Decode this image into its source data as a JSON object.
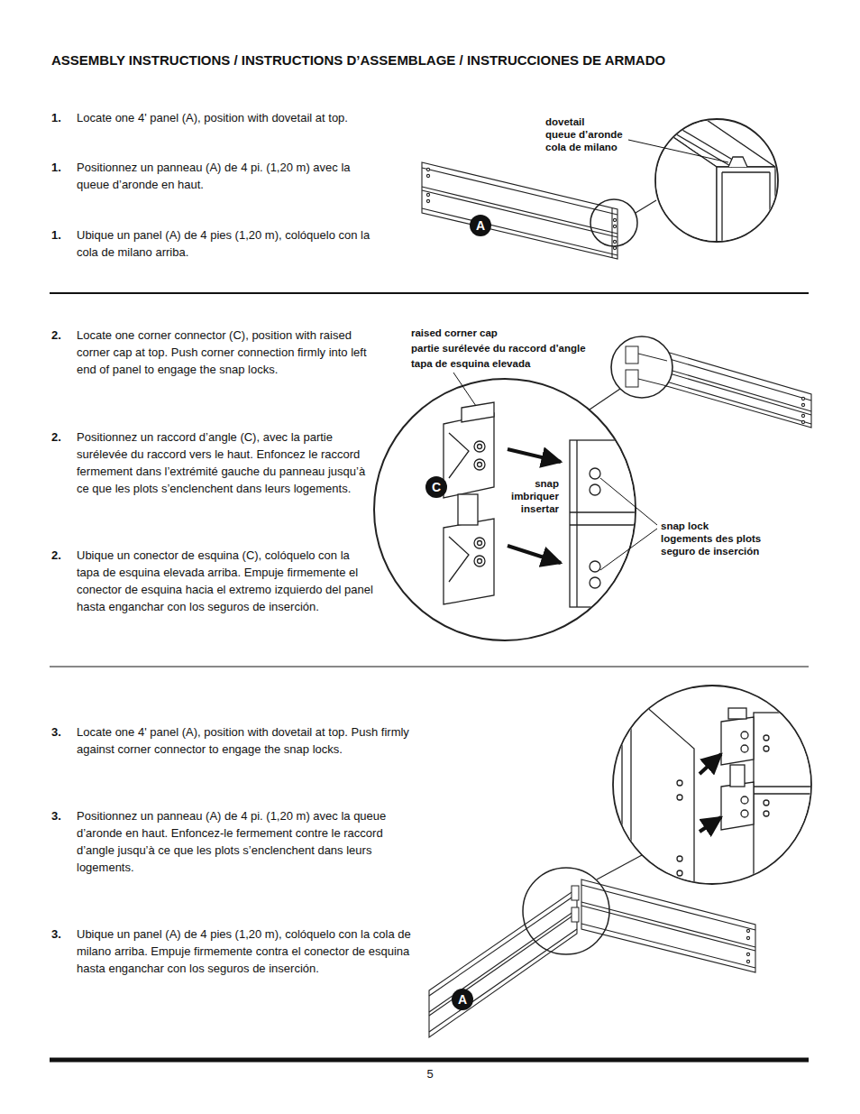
{
  "diagram": {
    "title": "ASSEMBLY INSTRUCTIONS / INSTRUCTIONS D’ASSEMBLAGE / INSTRUCCIONES DE ARMADO",
    "nodes": [
      {
        "text": [
          "A"
        ]
      },
      {
        "text": [
          "C"
        ]
      },
      {
        "text": [
          "A"
        ]
      }
    ],
    "labels": [
      "1.",
      "Locate one 4' panel (A), position with dovetail at top.",
      "1.",
      "Positionnez un panneau (A) de 4 pi. (1,20 m) avec la queue d’aronde en haut.",
      "1.",
      "Ubique un panel (A) de 4 pies (1,20 m), colóquelo con la cola de milano arriba.",
      "dovetail",
      "queue d’aronde",
      "cola de milano",
      "2.",
      "Locate one corner connector (C), position with raised corner cap at top. Push corner connection firmly into left end of panel to engage the snap locks.",
      "2.",
      "Positionnez un raccord d’angle (C), avec la partie surélevée du raccord vers le haut. Enfoncez le raccord fermement dans l’extrémité gauche du panneau jusqu’à ce que les plots s’enclenchent dans leurs logements.",
      "2.",
      "Ubique un conector de esquina (C), colóquelo con la tapa de esquina elevada arriba. Empuje firmemente el conector de esquina hacia el extremo izquierdo del panel hasta enganchar con los seguros de inserción.",
      "raised corner cap",
      "partie surélevée du raccord d’angle",
      "tapa de esquina elevada",
      "snap",
      "imbriquer",
      "insertar",
      "snap lock",
      "logements des plots",
      "seguro de inserción",
      "3.",
      "Locate one 4' panel (A), position with dovetail at top. Push firmly against corner connector to engage the snap locks.",
      "3.",
      "Positionnez un panneau (A) de 4 pi. (1,20 m) avec la queue d’aronde en haut. Enfoncez-le fermement contre le raccord d’angle jusqu’à ce que les plots s’enclenchent dans leurs logements.",
      "3.",
      "Ubique un panel (A) de 4 pies (1,20 m), colóquelo con la cola de milano arriba. Empuje firmemente contra el conector de esquina hasta enganchar con los seguros de inserción.",
      "5"
    ]
  }
}
